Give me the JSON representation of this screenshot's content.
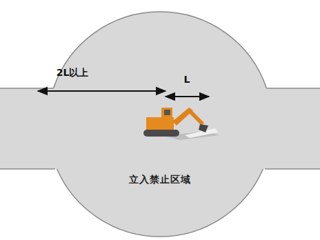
{
  "diagram": {
    "nodes": [
      {
        "text": [
          "立入禁止区域"
        ]
      }
    ],
    "labels": [
      "2L以上",
      "L"
    ]
  }
}
